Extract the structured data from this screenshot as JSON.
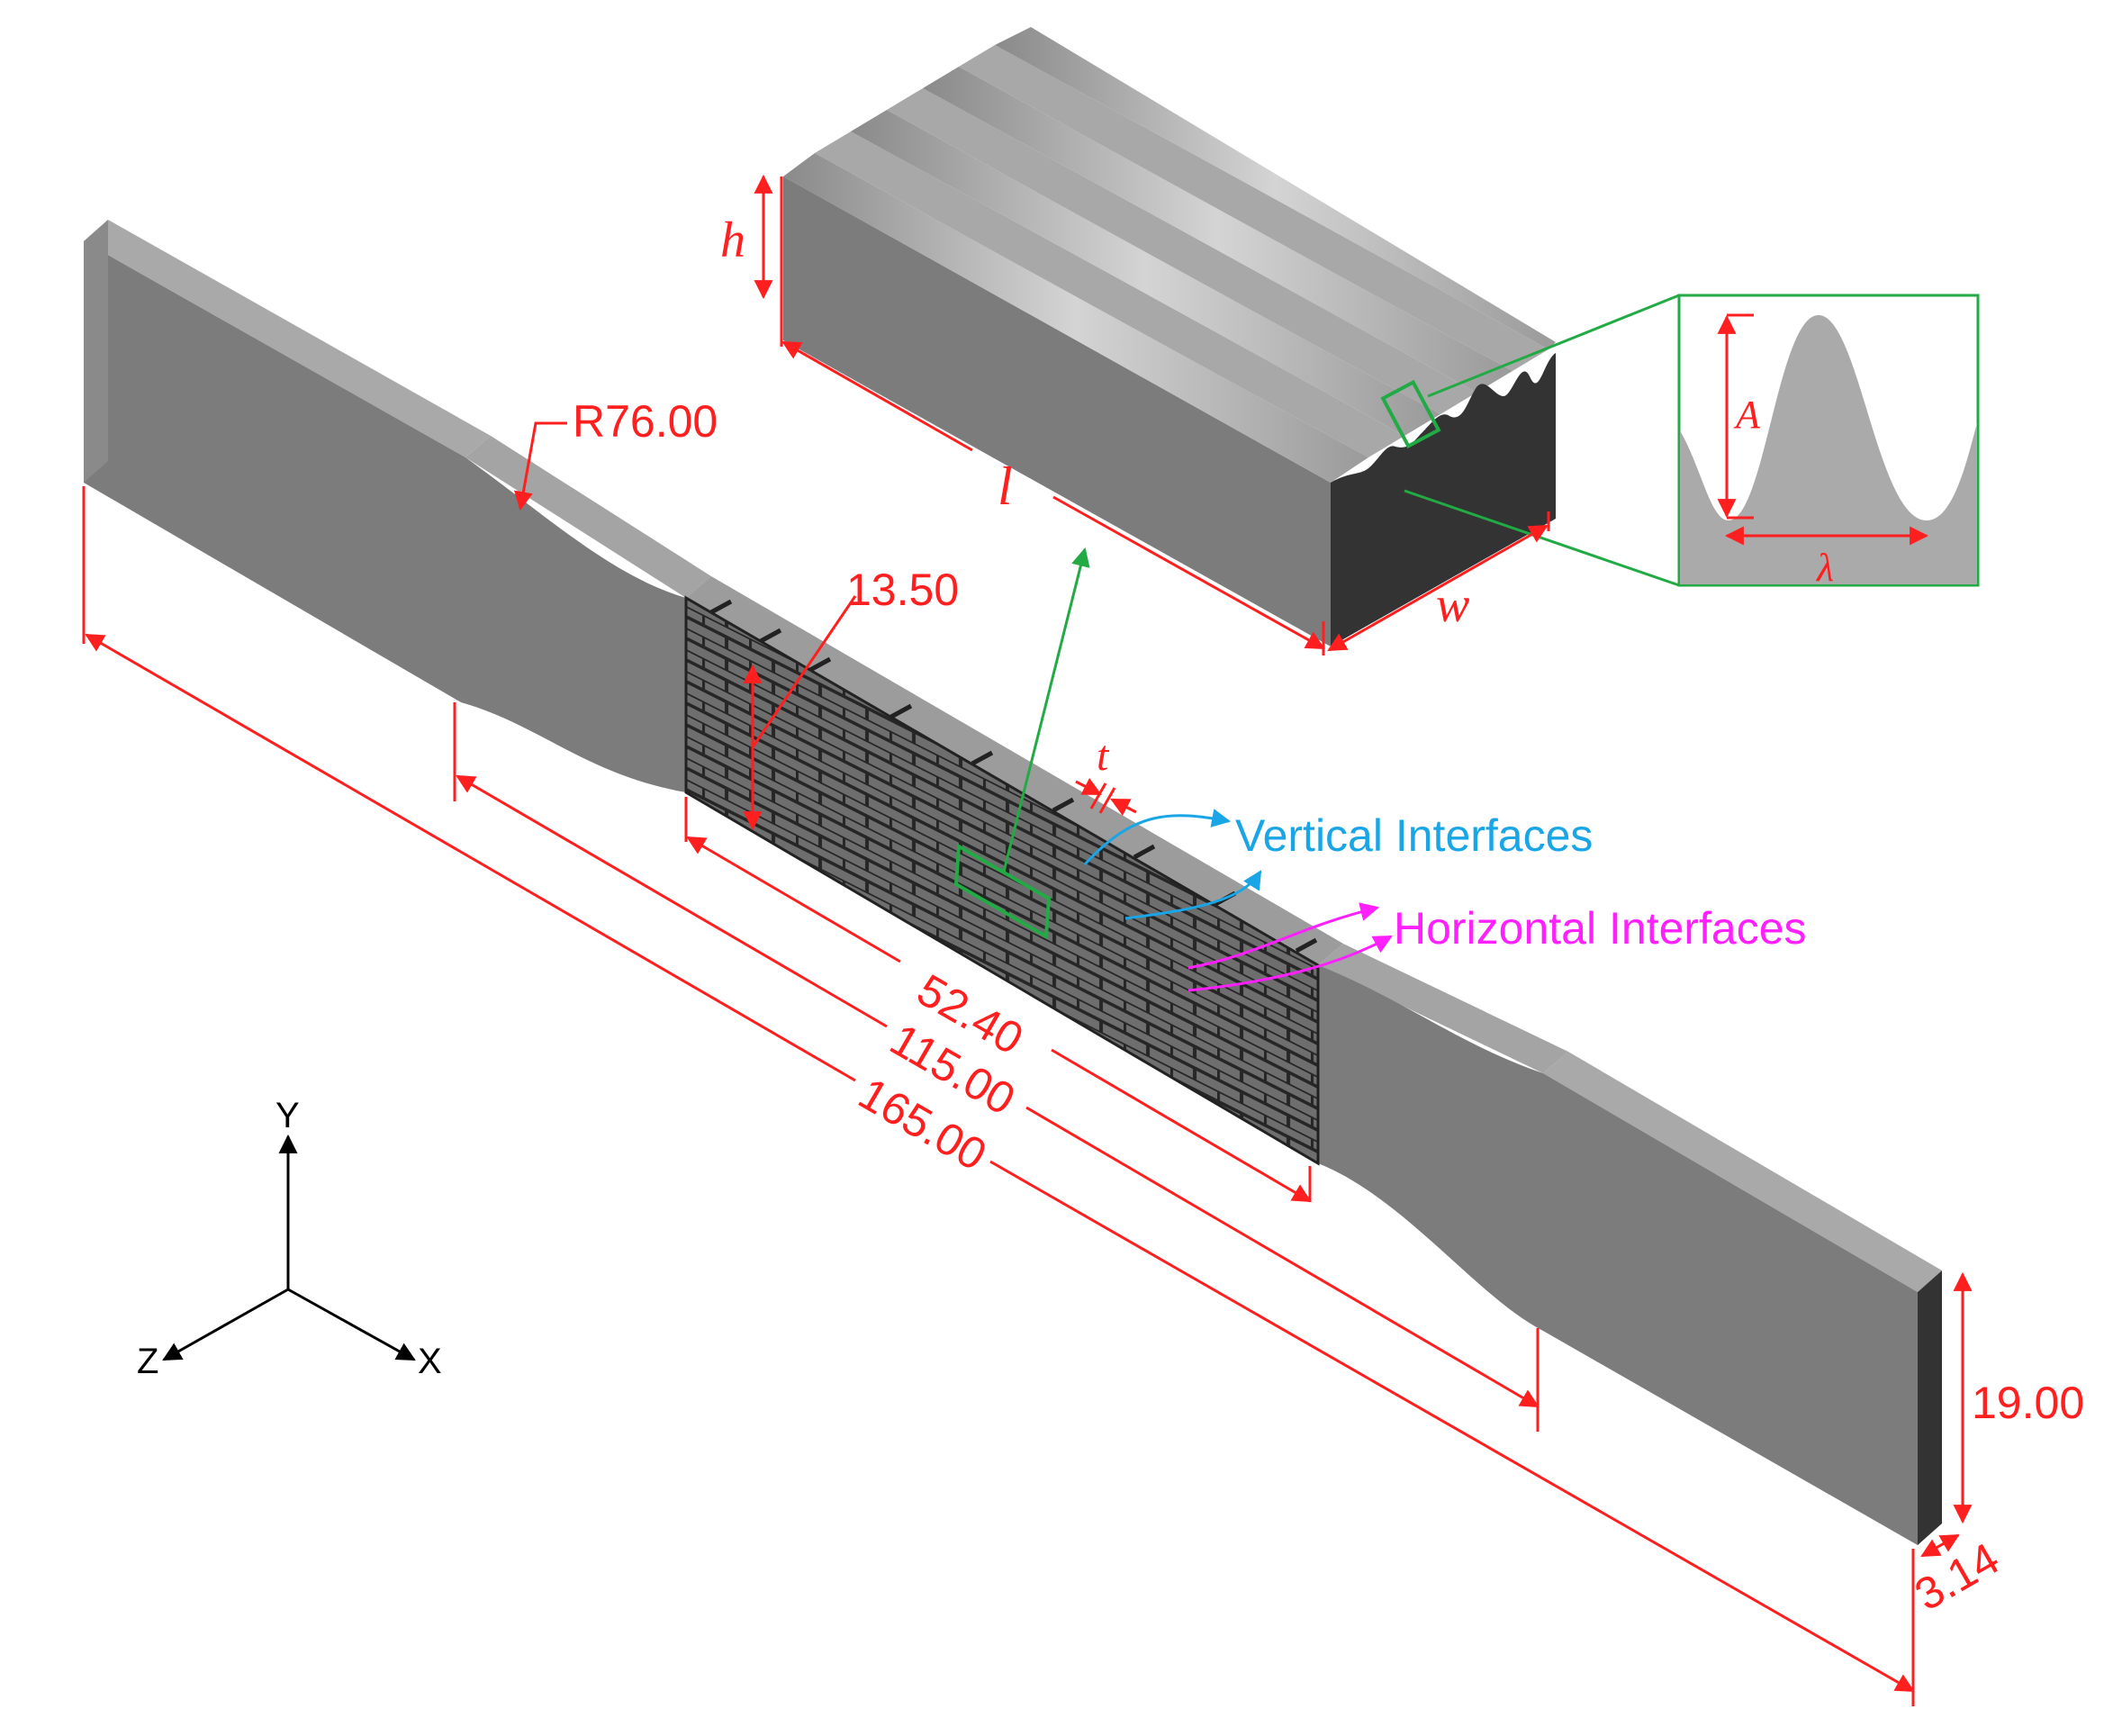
{
  "dimensions": {
    "radius": "R76.00",
    "gauge_height": "13.50",
    "brick_length": "52.40",
    "parallel_length": "115.00",
    "overall_length": "165.00",
    "grip_width": "19.00",
    "thickness": "3.14"
  },
  "symbols": {
    "h": "h",
    "l": "l",
    "w": "w",
    "t": "t",
    "A": "A",
    "lambda": "λ"
  },
  "labels": {
    "vertical_interfaces": "Vertical Interfaces",
    "horizontal_interfaces": "Horizontal Interfaces"
  },
  "axes": {
    "x": "X",
    "y": "Y",
    "z": "Z"
  },
  "colors": {
    "dimension": "#ff1f1f",
    "vertical_interface": "#1aa6e6",
    "horizontal_interface": "#ff1fff",
    "callout": "#22aa44",
    "specimen_face": "#7a7a7a",
    "specimen_top": "#a8a8a8",
    "specimen_end": "#333333",
    "brick_mortar": "#2c2c2c",
    "brick": "#6e6e6e"
  }
}
